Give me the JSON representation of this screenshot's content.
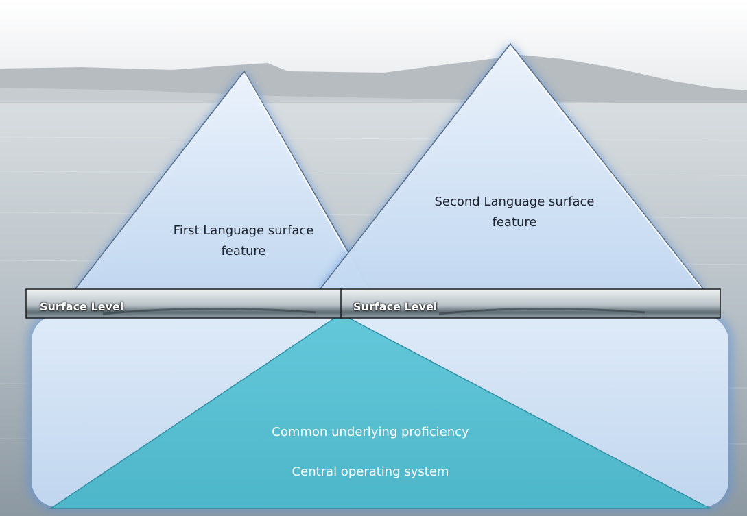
{
  "diagram": {
    "first_peak": {
      "label": "First Language surface feature"
    },
    "second_peak": {
      "label": "Second Language surface feature"
    },
    "surface_bars": [
      {
        "label": "Surface Level"
      },
      {
        "label": "Surface Level"
      }
    ],
    "base": {
      "line1": "Common underlying proficiency",
      "line2": "Central operating system"
    }
  },
  "colors": {
    "peak_fill": "#d6e6f7",
    "peak_glow": "#4a86d4",
    "base_box_fill": "#d4e4f6",
    "base_triangle_fill": "#5dc3d6",
    "background_sky": "#f3f4f5",
    "background_water": "#aab4bb"
  }
}
